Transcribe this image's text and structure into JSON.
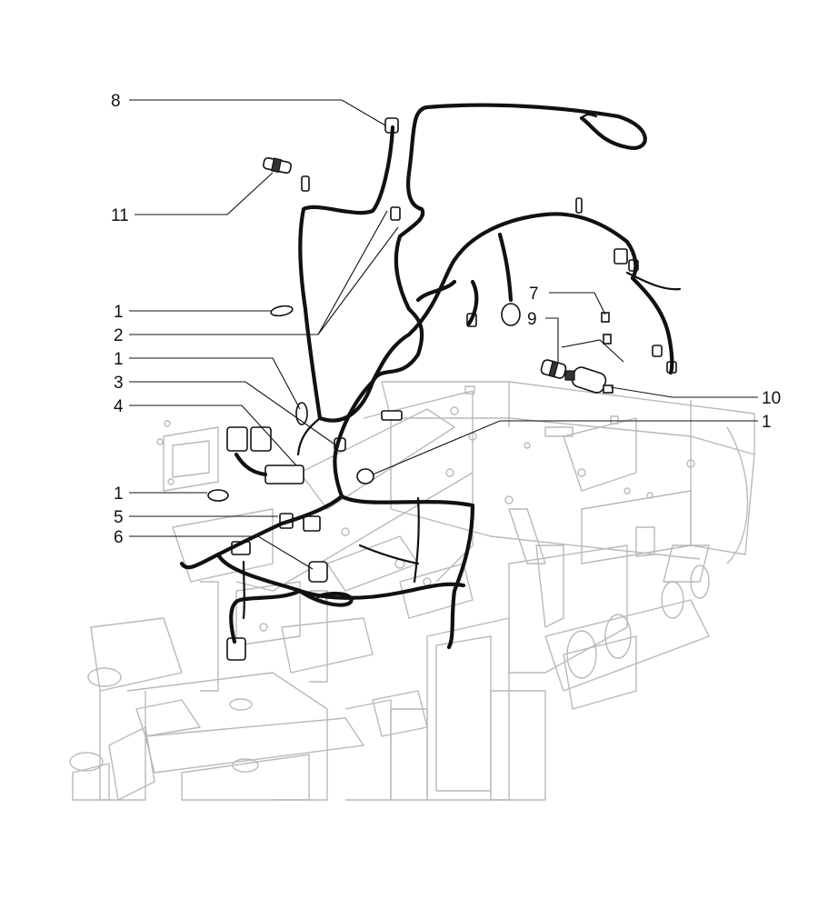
{
  "callouts": [
    {
      "id": "c8",
      "label": "8"
    },
    {
      "id": "c11",
      "label": "11"
    },
    {
      "id": "c1a",
      "label": "1"
    },
    {
      "id": "c2",
      "label": "2"
    },
    {
      "id": "c1b",
      "label": "1"
    },
    {
      "id": "c3",
      "label": "3"
    },
    {
      "id": "c4",
      "label": "4"
    },
    {
      "id": "c1c",
      "label": "1"
    },
    {
      "id": "c5",
      "label": "5"
    },
    {
      "id": "c6",
      "label": "6"
    },
    {
      "id": "c7",
      "label": "7"
    },
    {
      "id": "c9",
      "label": "9"
    },
    {
      "id": "c10",
      "label": "10"
    },
    {
      "id": "c1d",
      "label": "1"
    }
  ],
  "colors": {
    "harness": "#111111",
    "frame": "#b9b9b9",
    "background": "#ffffff"
  }
}
